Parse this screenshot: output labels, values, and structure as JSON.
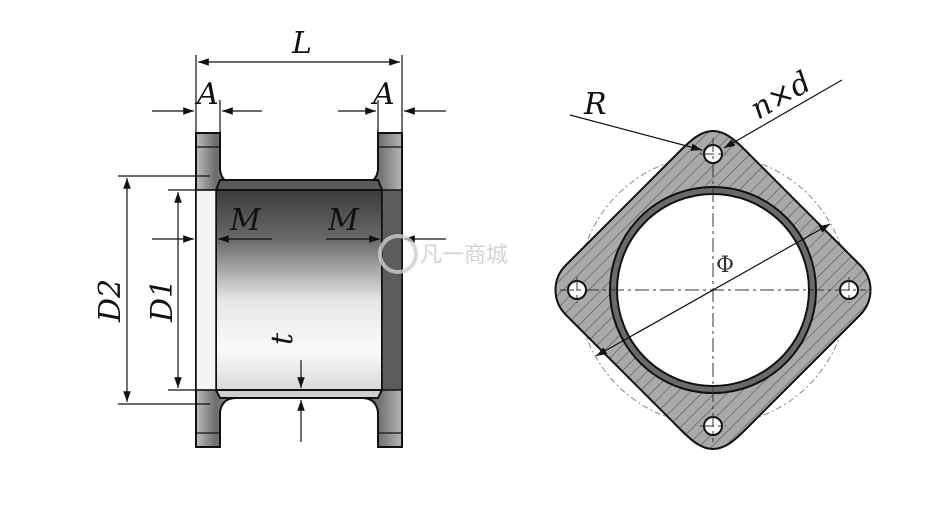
{
  "labels": {
    "L": "L",
    "A_left": "A",
    "A_right": "A",
    "M_left": "M",
    "M_right": "M",
    "D2": "D2",
    "D1": "D1",
    "t": "t",
    "R": "R",
    "nxd": "n×d",
    "phi": "Φ"
  },
  "watermark": {
    "text": "凡一商城"
  },
  "colors": {
    "line": "#111111",
    "flange_fill": "#8c8c8c",
    "hatch_fill": "#b0b0b0",
    "pipe_light": "#f2f2f2",
    "pipe_dark": "#3c3c3c"
  }
}
